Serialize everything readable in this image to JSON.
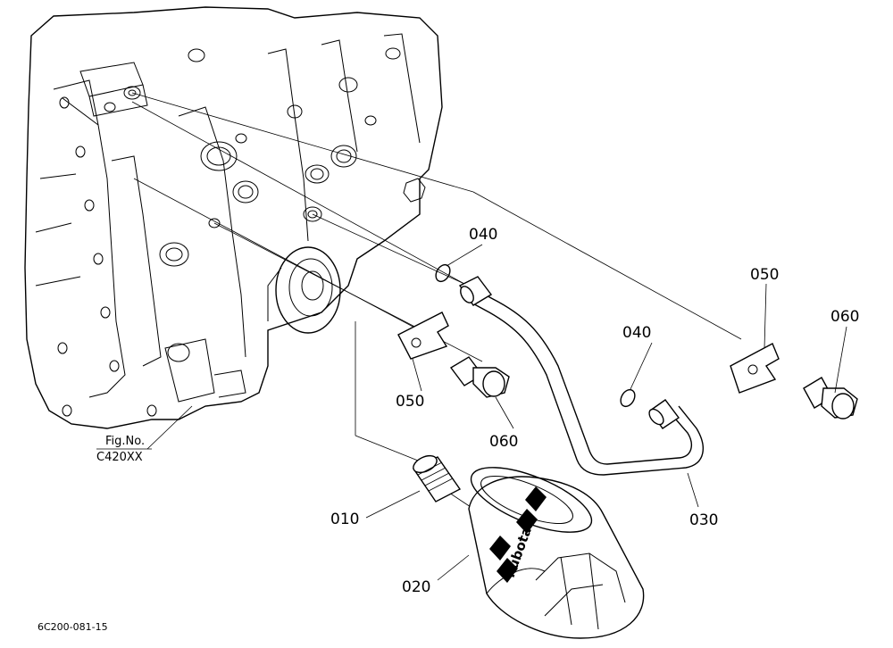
{
  "callouts": {
    "p010": "010",
    "p020": "020",
    "p030": "030",
    "p040a": "040",
    "p040b": "040",
    "p050a": "050",
    "p050b": "050",
    "p060a": "060",
    "p060b": "060"
  },
  "figref": {
    "line1": "Fig.No.",
    "line2": "C420XX"
  },
  "filter_brand": "kubota",
  "drawing_code": "6C200-081-15"
}
